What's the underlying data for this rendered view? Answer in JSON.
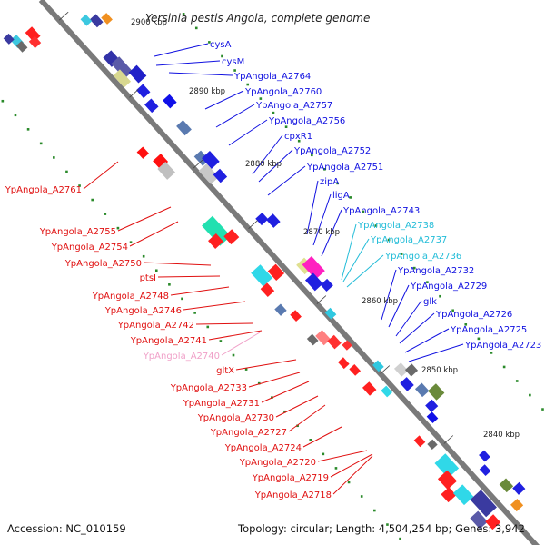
{
  "title": "Yersinia pestis Angola, complete genome",
  "accession": "Accession: NC_010159",
  "topology": "Topology: circular; Length: 4,504,254 bp; Genes: 3,942",
  "colors": {
    "forward_label": "#1010e0",
    "reverse_label": "#e01010",
    "pseudo_forward": "#22bcd8",
    "pseudo_reverse": "#f0a0c8",
    "backbone": "#808080"
  },
  "ticks": [
    {
      "label": "2900 kbp"
    },
    {
      "label": "2890 kbp"
    },
    {
      "label": "2880 kbp"
    },
    {
      "label": "2870 kbp"
    },
    {
      "label": "2860 kbp"
    },
    {
      "label": "2850 kbp"
    },
    {
      "label": "2840 kbp"
    }
  ],
  "right_labels": [
    {
      "text": "cysA",
      "kind": "forward"
    },
    {
      "text": "cysM",
      "kind": "forward"
    },
    {
      "text": "YpAngola_A2764",
      "kind": "forward"
    },
    {
      "text": "YpAngola_A2760",
      "kind": "forward"
    },
    {
      "text": "YpAngola_A2757",
      "kind": "forward"
    },
    {
      "text": "YpAngola_A2756",
      "kind": "forward"
    },
    {
      "text": "cpxR1",
      "kind": "forward"
    },
    {
      "text": "YpAngola_A2752",
      "kind": "forward"
    },
    {
      "text": "YpAngola_A2751",
      "kind": "forward"
    },
    {
      "text": "zipA",
      "kind": "forward"
    },
    {
      "text": "ligA",
      "kind": "forward"
    },
    {
      "text": "YpAngola_A2743",
      "kind": "forward"
    },
    {
      "text": "YpAngola_A2738",
      "kind": "pseudo_forward"
    },
    {
      "text": "YpAngola_A2737",
      "kind": "pseudo_forward"
    },
    {
      "text": "YpAngola_A2736",
      "kind": "pseudo_forward"
    },
    {
      "text": "YpAngola_A2732",
      "kind": "forward"
    },
    {
      "text": "YpAngola_A2729",
      "kind": "forward"
    },
    {
      "text": "glk",
      "kind": "forward"
    },
    {
      "text": "YpAngola_A2726",
      "kind": "forward"
    },
    {
      "text": "YpAngola_A2725",
      "kind": "forward"
    },
    {
      "text": "YpAngola_A2723",
      "kind": "forward"
    }
  ],
  "left_labels": [
    {
      "text": "YpAngola_A2761",
      "kind": "reverse"
    },
    {
      "text": "YpAngola_A2755",
      "kind": "reverse"
    },
    {
      "text": "YpAngola_A2754",
      "kind": "reverse"
    },
    {
      "text": "YpAngola_A2750",
      "kind": "reverse"
    },
    {
      "text": "ptsI",
      "kind": "reverse"
    },
    {
      "text": "YpAngola_A2748",
      "kind": "reverse"
    },
    {
      "text": "YpAngola_A2746",
      "kind": "reverse"
    },
    {
      "text": "YpAngola_A2742",
      "kind": "reverse"
    },
    {
      "text": "YpAngola_A2741",
      "kind": "reverse"
    },
    {
      "text": "YpAngola_A2740",
      "kind": "pseudo_reverse"
    },
    {
      "text": "gltX",
      "kind": "reverse"
    },
    {
      "text": "YpAngola_A2733",
      "kind": "reverse"
    },
    {
      "text": "YpAngola_A2731",
      "kind": "reverse"
    },
    {
      "text": "YpAngola_A2730",
      "kind": "reverse"
    },
    {
      "text": "YpAngola_A2727",
      "kind": "reverse"
    },
    {
      "text": "YpAngola_A2724",
      "kind": "reverse"
    },
    {
      "text": "YpAngola_A2720",
      "kind": "reverse"
    },
    {
      "text": "YpAngola_A2719",
      "kind": "reverse"
    },
    {
      "text": "YpAngola_A2718",
      "kind": "reverse"
    }
  ]
}
